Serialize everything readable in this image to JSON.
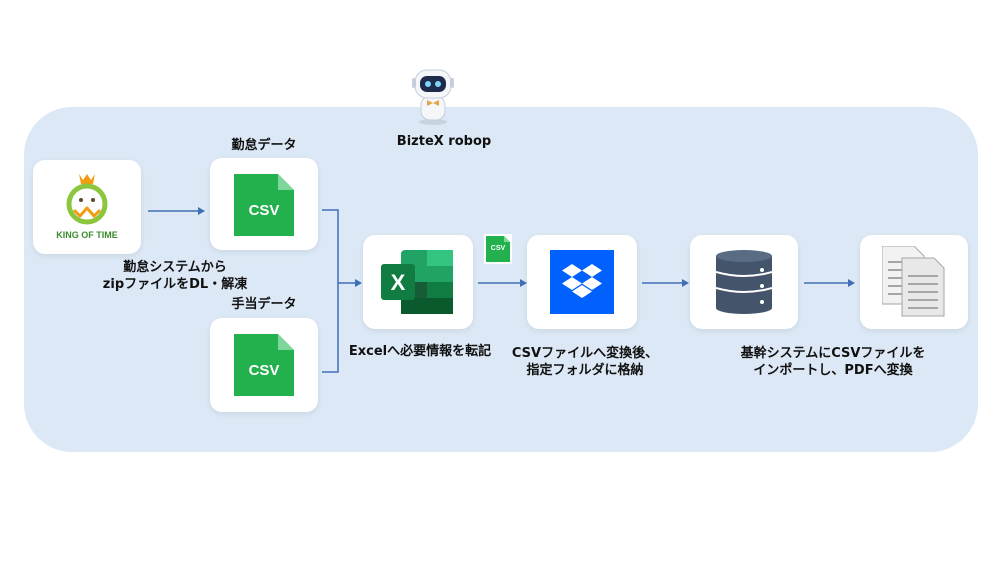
{
  "robot": {
    "name": "BizteX robop"
  },
  "kingoftime": {
    "logo_text": "KING OF TIME"
  },
  "labels": {
    "kintai_data": "勤怠データ",
    "teate_data": "手当データ",
    "kot_desc_line1": "勤怠システムから",
    "kot_desc_line2": "zipファイルをDL・解凍",
    "excel_desc": "Excelへ必要情報を転記",
    "dropbox_desc_line1": "CSVファイルへ変換後、",
    "dropbox_desc_line2": "指定フォルダに格納",
    "final_desc_line1": "基幹システムにCSVファイルを",
    "final_desc_line2": "インポートし、PDFへ変換"
  },
  "csv": {
    "big": "CSV",
    "small": "CSV"
  },
  "excel": {
    "letter": "X"
  },
  "colors": {
    "panel": "#dce8f5",
    "arrow": "#3f6fb5",
    "csv_green": "#22b14c",
    "dropbox": "#0061fe",
    "excel_dark": "#107c41"
  }
}
